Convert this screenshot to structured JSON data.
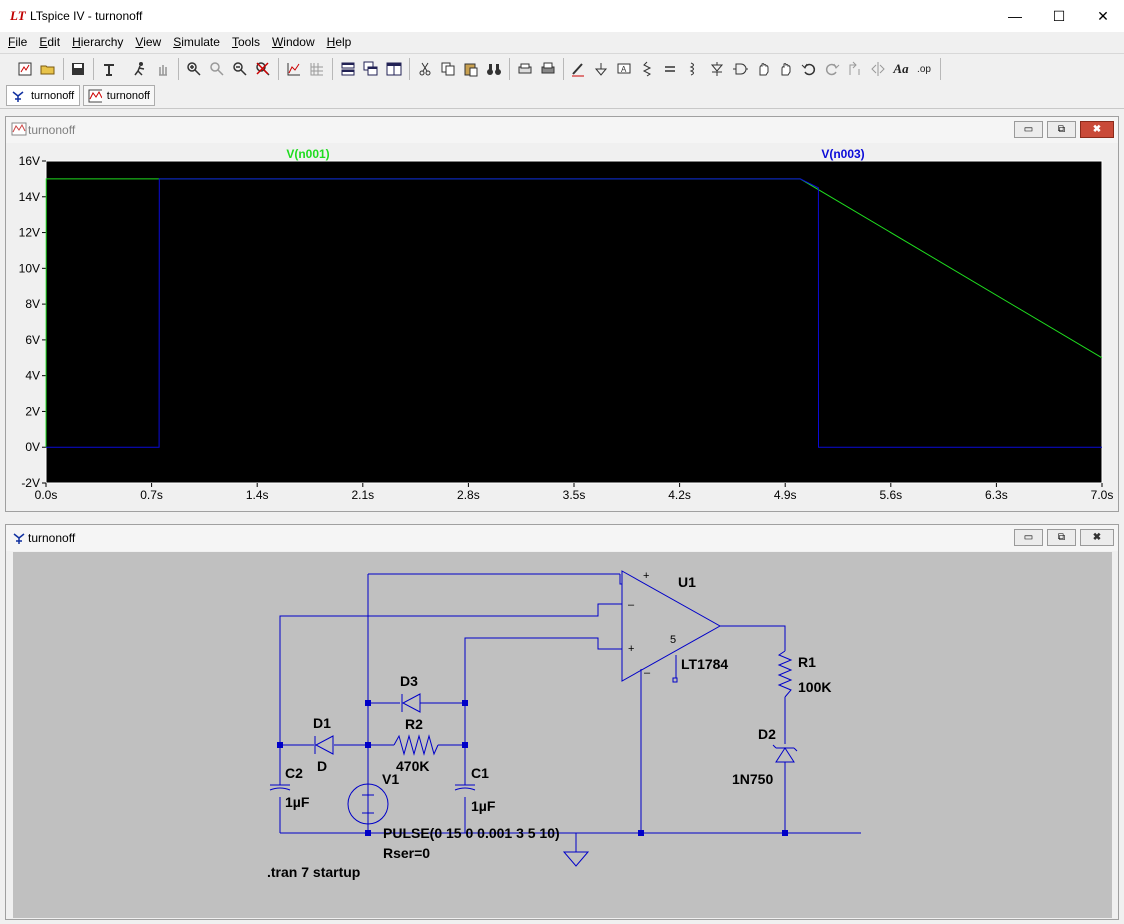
{
  "app": {
    "logo": "LT",
    "title": "LTspice IV - turnonoff"
  },
  "window_controls": {
    "minimize": "—",
    "maximize": "☐",
    "close": "✕"
  },
  "menu": [
    {
      "label": "File",
      "key": "F",
      "rest": "ile"
    },
    {
      "label": "Edit",
      "key": "E",
      "rest": "dit"
    },
    {
      "label": "Hierarchy",
      "key": "H",
      "rest": "ierarchy"
    },
    {
      "label": "View",
      "key": "V",
      "rest": "iew"
    },
    {
      "label": "Simulate",
      "key": "S",
      "rest": "imulate"
    },
    {
      "label": "Tools",
      "key": "T",
      "rest": "ools"
    },
    {
      "label": "Window",
      "key": "W",
      "rest": "indow"
    },
    {
      "label": "Help",
      "key": "H",
      "rest": "elp"
    }
  ],
  "toolbar_icons": [
    "new-schematic-icon",
    "open-icon",
    "save-icon",
    "control-panel-icon",
    "run-icon",
    "halt-icon",
    "zoom-in-icon",
    "zoom-pan-icon",
    "zoom-out-icon",
    "zoom-cancel-icon",
    "autorange-icon",
    "grid-icon",
    "tile-horizontal-icon",
    "cascade-icon",
    "tile-vertical-icon",
    "cut-icon",
    "copy-icon",
    "paste-icon",
    "find-icon",
    "print-preview-icon",
    "print-icon",
    "draw-wire-icon",
    "ground-icon",
    "label-net-icon",
    "resistor-icon",
    "capacitor-icon",
    "inductor-icon",
    "diode-icon",
    "component-icon",
    "move-icon",
    "drag-icon",
    "undo-icon",
    "redo-icon",
    "rotate-icon",
    "mirror-icon",
    "text-icon",
    "spice-directive-icon"
  ],
  "tabs": [
    {
      "label": "turnonoff",
      "icon": "schematic-icon"
    },
    {
      "label": "turnonoff",
      "icon": "waveform-icon"
    }
  ],
  "waveform_window": {
    "title": "turnonoff",
    "min": "▭",
    "restore": "⧉",
    "close": "✖"
  },
  "schematic_window": {
    "title": "turnonoff",
    "min": "▭",
    "restore": "⧉",
    "close": "✖"
  },
  "colors": {
    "trace1": "#1fdc1f",
    "trace2": "#0b0bd8",
    "plot_bg": "#000000",
    "schem_bg": "#c0c0c0",
    "wire": "#0000c8",
    "label": "#000000"
  },
  "chart_data": {
    "type": "line",
    "title": "",
    "xlabel": "",
    "ylabel": "",
    "xlim": [
      0,
      7.0
    ],
    "ylim": [
      -2,
      16
    ],
    "x_ticks": [
      "0.0s",
      "0.7s",
      "1.4s",
      "2.1s",
      "2.8s",
      "3.5s",
      "4.2s",
      "4.9s",
      "5.6s",
      "6.3s",
      "7.0s"
    ],
    "y_ticks": [
      "16V",
      "14V",
      "12V",
      "10V",
      "8V",
      "6V",
      "4V",
      "2V",
      "0V",
      "-2V"
    ],
    "y_tick_values": [
      16,
      14,
      12,
      10,
      8,
      6,
      4,
      2,
      0,
      -2
    ],
    "grid": false,
    "legend": "top",
    "series": [
      {
        "name": "V(n001)",
        "color": "#1fdc1f",
        "x": [
          0,
          0.001,
          5.0,
          7.0
        ],
        "y": [
          0,
          15,
          15,
          5
        ]
      },
      {
        "name": "V(n003)",
        "color": "#0b0bd8",
        "x": [
          0,
          0.005,
          0.75,
          0.751,
          5.0,
          5.12,
          5.121,
          7.0
        ],
        "y": [
          0,
          0,
          0,
          15,
          15,
          14.5,
          0,
          0
        ]
      }
    ]
  },
  "schematic": {
    "u1_name": "U1",
    "u1_model": "LT1784",
    "pin_plus_top": "+",
    "pin_minus": "–",
    "pin_plus": "+",
    "pin_5": "5",
    "pin_minus_bottom": "–",
    "r1_name": "R1",
    "r1_value": "100K",
    "d2_name": "D2",
    "d2_value": "1N750",
    "d3_name": "D3",
    "r2_name": "R2",
    "r2_value": "470K",
    "d1_name": "D1",
    "d1_value": "D",
    "c1_name": "C1",
    "c1_value": "1µF",
    "c2_name": "C2",
    "c2_value": "1µF",
    "v1_name": "V1",
    "v1_value": "PULSE(0 15 0 0.001 3 5 10)",
    "v1_rser": "Rser=0",
    "directive": ".tran 7 startup"
  }
}
